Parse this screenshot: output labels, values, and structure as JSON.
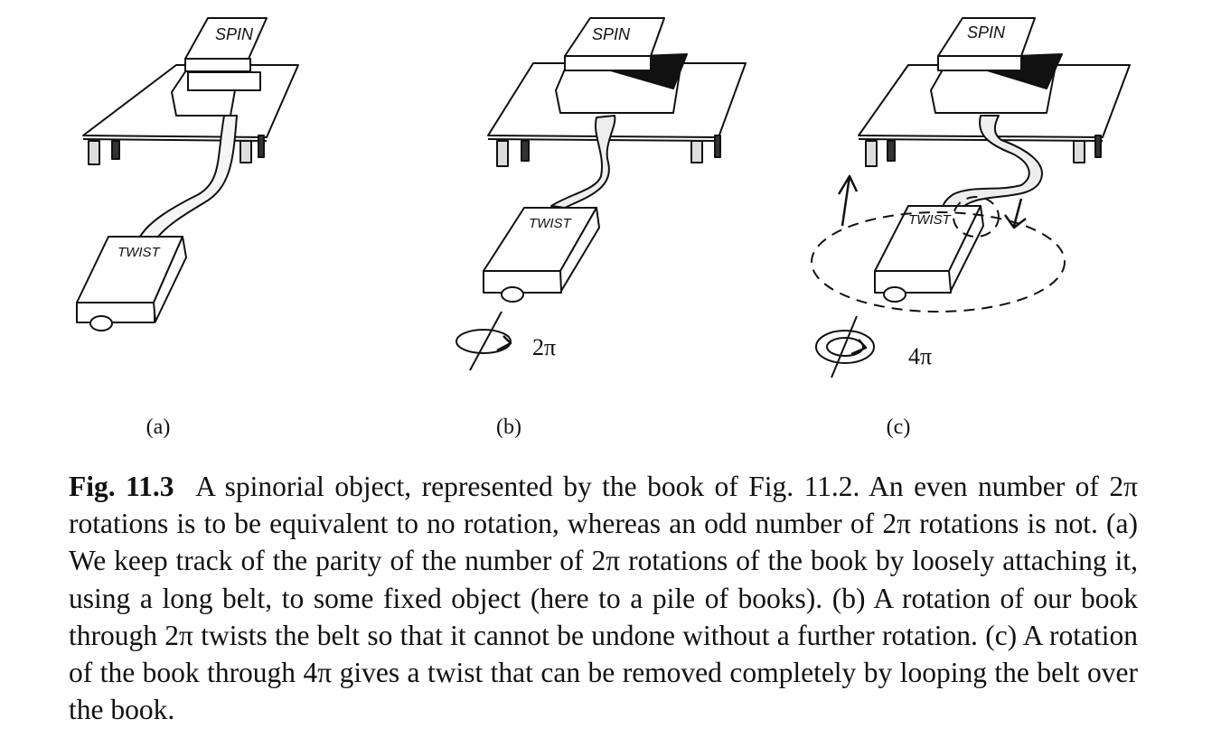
{
  "figure": {
    "panels": [
      {
        "id": "a",
        "label": "(a)",
        "top_book_title": "SPIN",
        "bottom_book_title": "TWIST",
        "rotation": null
      },
      {
        "id": "b",
        "label": "(b)",
        "top_book_title": "SPIN",
        "bottom_book_title": "TWIST",
        "rotation": "2π"
      },
      {
        "id": "c",
        "label": "(c)",
        "top_book_title": "SPIN",
        "bottom_book_title": "TWIST",
        "rotation": "4π"
      }
    ]
  },
  "caption": {
    "figure_number": "Fig. 11.3",
    "text": "A spinorial object, represented by the book of Fig. 11.2. An even number of 2π rotations is to be equivalent to no rotation, whereas an odd number of 2π rotations is not. (a) We keep track of the parity of the number of 2π rotations of the book by loosely attaching it, using a long belt, to some fixed object (here to a pile of books). (b) A rotation of our book through 2π twists the belt so that it cannot be undone without a further rotation. (c) A rotation of the book through 4π gives a twist that can be removed completely by looping the belt over the book."
  }
}
